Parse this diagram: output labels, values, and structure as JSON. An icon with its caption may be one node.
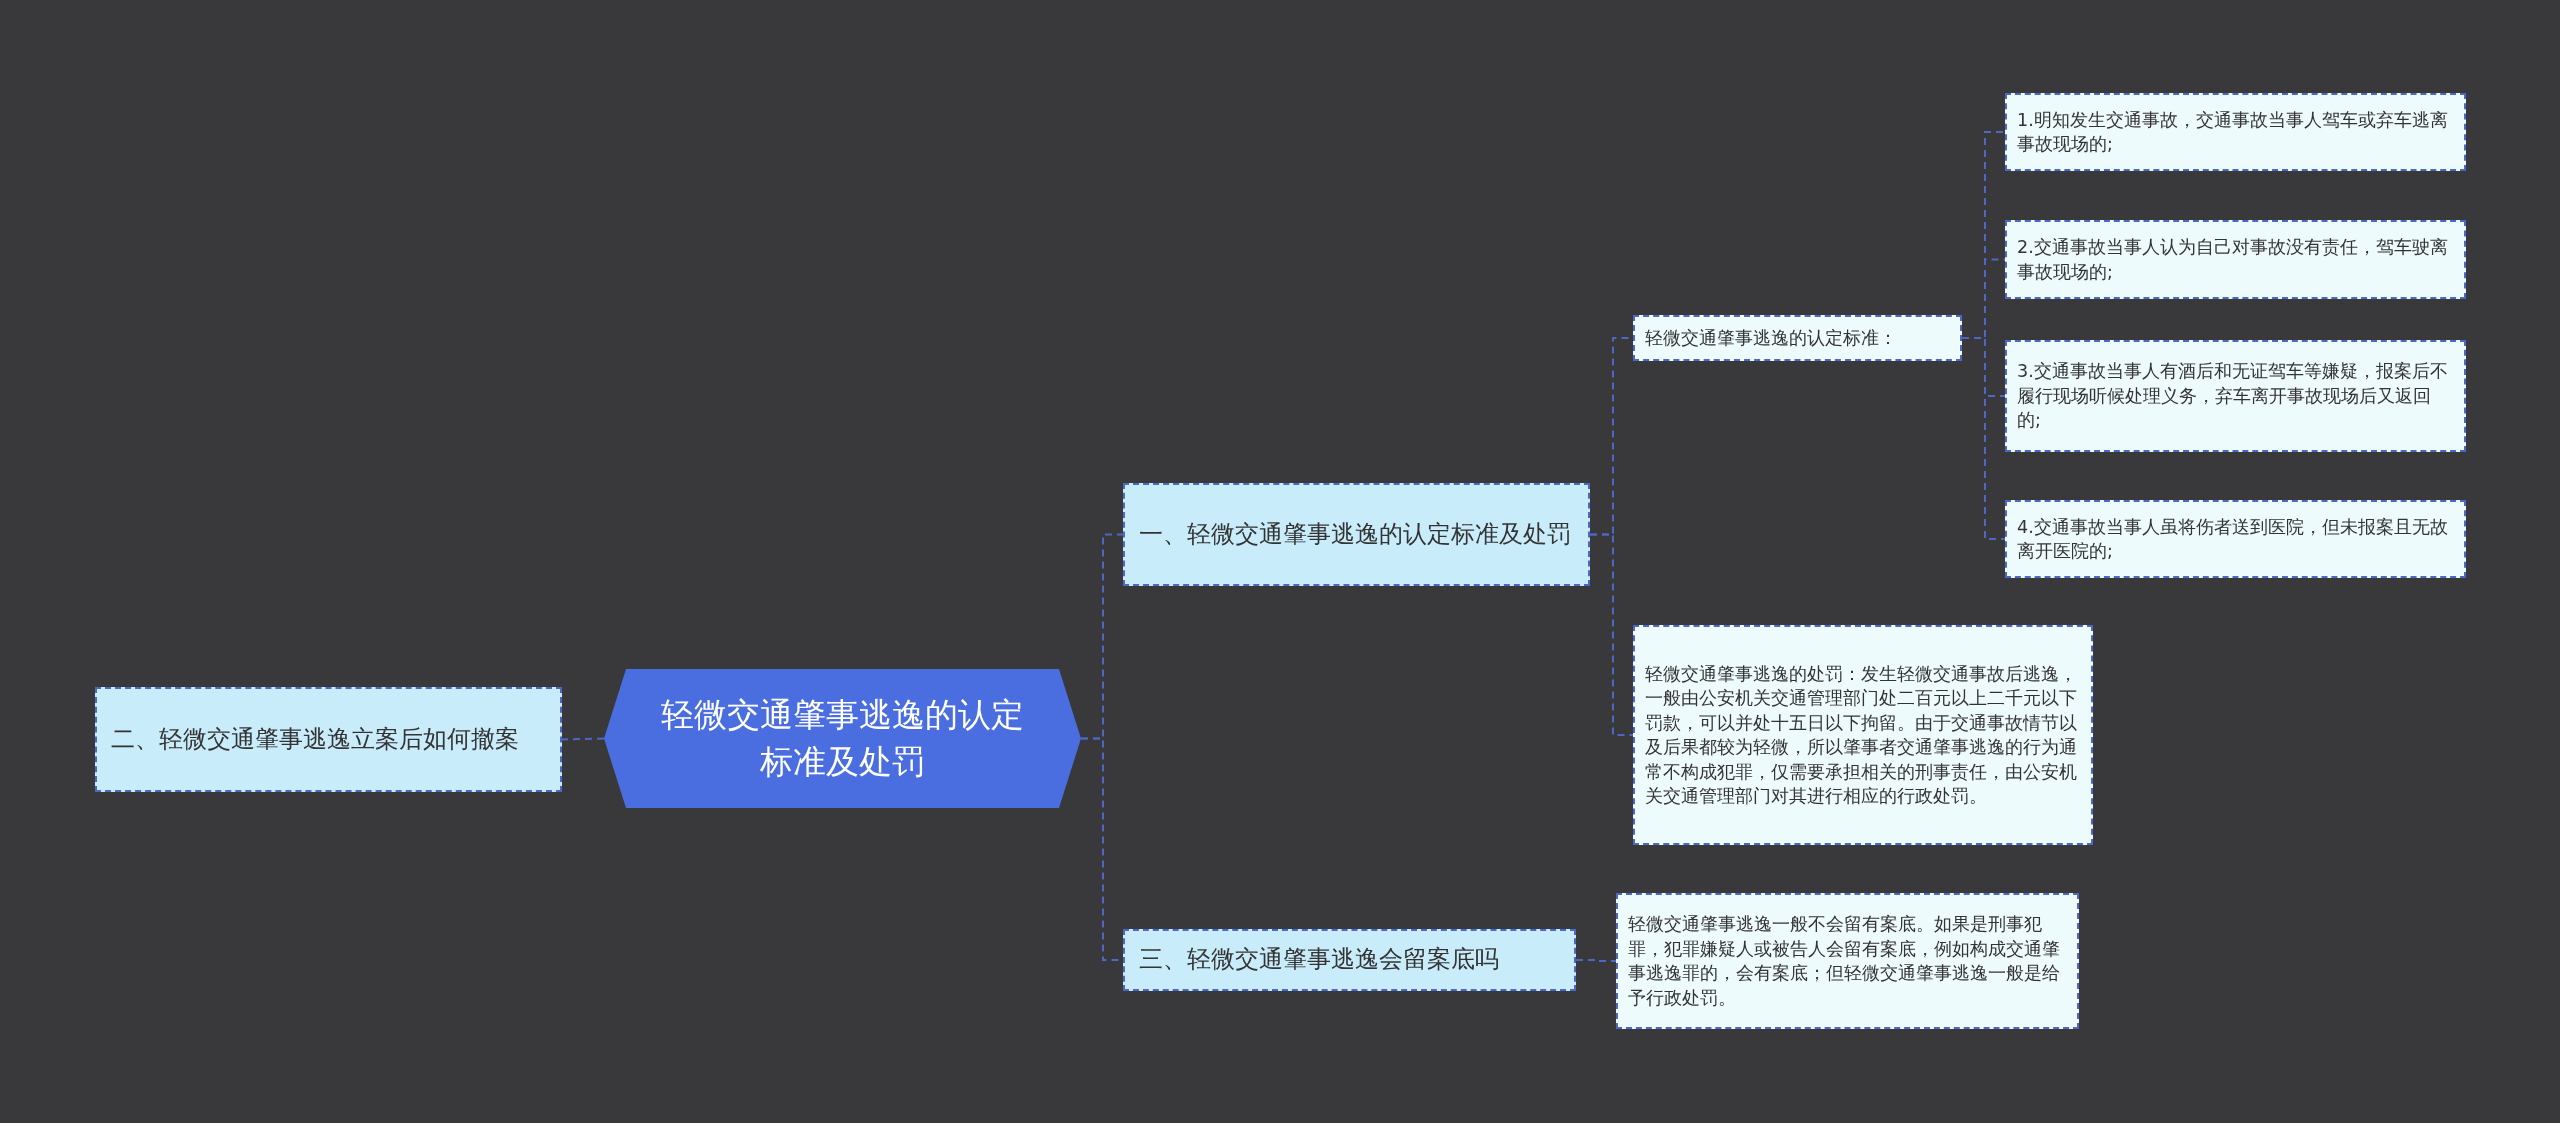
{
  "diagram": {
    "nodes": [
      {
        "text": [
          "轻微交通肇事逃逸的认定标准及处罚"
        ]
      },
      {
        "text": [
          "二、轻微交通肇事逃逸立案后如何撤案"
        ]
      },
      {
        "text": [
          "一、轻微交通肇事逃逸的认定标准及处罚"
        ]
      },
      {
        "text": [
          "轻微交通肇事逃逸的认定标准："
        ]
      },
      {
        "text": [
          "1.明知发生交通事故，交通事故当事人驾车或弃车逃离事故现场的;"
        ]
      },
      {
        "text": [
          "2.交通事故当事人认为自己对事故没有责任，驾车驶离事故现场的;"
        ]
      },
      {
        "text": [
          "3.交通事故当事人有酒后和无证驾车等嫌疑，报案后不履行现场听候处理义务，弃车离开事故现场后又返回的;"
        ]
      },
      {
        "text": [
          "4.交通事故当事人虽将伤者送到医院，但未报案且无故离开医院的;"
        ]
      },
      {
        "text": [
          "轻微交通肇事逃逸的处罚：发生轻微交通事故后逃逸，一般由公安机关交通管理部门处二百元以上二千元以下罚款，可以并处十五日以下拘留。由于交通事故情节以及后果都较为轻微，所以肇事者交通肇事逃逸的行为通常不构成犯罪，仅需要承担相关的刑事责任，由公安机关交通管理部门对其进行相应的行政处罚。"
        ]
      },
      {
        "text": [
          "三、轻微交通肇事逃逸会留案底吗"
        ]
      },
      {
        "text": [
          "轻微交通肇事逃逸一般不会留有案底。如果是刑事犯罪，犯罪嫌疑人或被告人会留有案底，例如构成交通肇事逃逸罪的，会有案底；但轻微交通肇事逃逸一般是给予行政处罚。"
        ]
      }
    ],
    "edges": [
      {
        "from": 0,
        "to": 1,
        "arrow": "none"
      },
      {
        "from": 0,
        "to": 2,
        "arrow": "none"
      },
      {
        "from": 2,
        "to": 3,
        "arrow": "none"
      },
      {
        "from": 3,
        "to": 4,
        "arrow": "none"
      },
      {
        "from": 3,
        "to": 5,
        "arrow": "none"
      },
      {
        "from": 3,
        "to": 6,
        "arrow": "none"
      },
      {
        "from": 3,
        "to": 7,
        "arrow": "none"
      },
      {
        "from": 2,
        "to": 8,
        "arrow": "none"
      },
      {
        "from": 0,
        "to": 9,
        "arrow": "none"
      },
      {
        "from": 9,
        "to": 10,
        "arrow": "none"
      }
    ]
  }
}
